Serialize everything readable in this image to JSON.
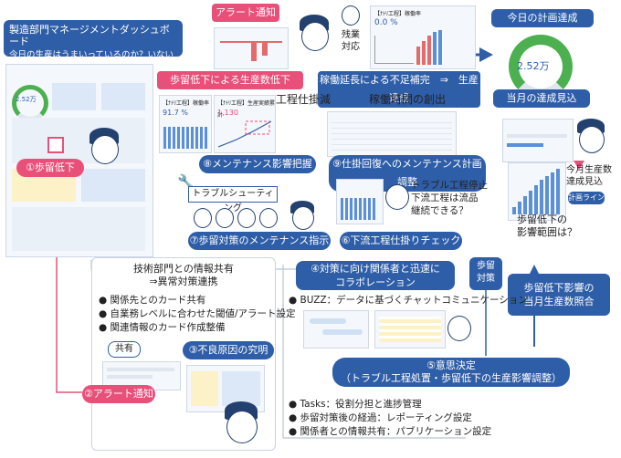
{
  "title_box": {
    "line1": "製造部門マネージメントダッシュボード",
    "line2": "今日の生産はうまいっているのか？いないのか？"
  },
  "labels": {
    "alert_notice_top": "アラート通知",
    "overtime": "残業\n対応",
    "today_plan": "今日の計画達成",
    "gauge_value": "2.52万",
    "yield_drop_label": "歩留低下による生産数低下",
    "uptime_ext": "稼働延長による不足補完　⇒　生産達成",
    "month_forecast": "当月の達成見込",
    "wip_reduce": "工程仕掛減",
    "create_time": "稼働時間の創出",
    "step1": "①歩留低下",
    "mini_gauge": "2.52万",
    "step8": "⑧メンテナンス影響把握",
    "step9": "⑨仕掛回復へのメンテナンス計画調整",
    "trouble_q": "トラブル工程停止\n下流工程は流品\n継続できる？",
    "month_prod_forecast": "今月生産数\n達成見込",
    "plan_line": "計画ライン",
    "impact_q": "歩留低下の\n影響範囲は？",
    "troubleshooting": "トラブルシューティング",
    "step7": "⑦歩留対策のメンテナンス指示",
    "step6": "⑥下流工程仕掛りチェック",
    "yield_measure": "歩留\n対策",
    "tech_share": "技術部門との情報共有\n⇒異常対策連携",
    "step4": "④対策に向け関係者と迅速に\nコラボレーション",
    "month_prod_check": "歩留低下影響の\n当月生産数照合",
    "shared": "共有",
    "step3": "③不良原因の究明",
    "step5": "⑤意思決定\n（トラブル工程処置・歩留低下の生産影響調整）",
    "step2": "②アラート通知",
    "dash_small_1": "【ﾅﾄﾘ工程】稼働率",
    "dash_small_2": "【ﾅﾄﾘ工程】生産実績累計",
    "val_917": "91.7 %",
    "val_1130": "1,130",
    "val_0": "0.0 %"
  },
  "bullets_left": [
    "関係先とのカード共有",
    "自業務レベルに合わせた閾値/アラート設定",
    "関連情報のカード作成整備"
  ],
  "bullet_buzz": [
    "BUZZ：データに基づくチャットコミュニケーション"
  ],
  "bullets_bottom": [
    "Tasks：役割分担と進捗管理",
    "歩留対策後の経過：レポーティング設定",
    "関係者との情報共有：パブリケーション設定"
  ],
  "colors": {
    "blue": "#2f5ea8",
    "pink": "#e8507a",
    "green": "#4caf50",
    "light_blue": "#5b8fd6",
    "red": "#e36b6b"
  }
}
